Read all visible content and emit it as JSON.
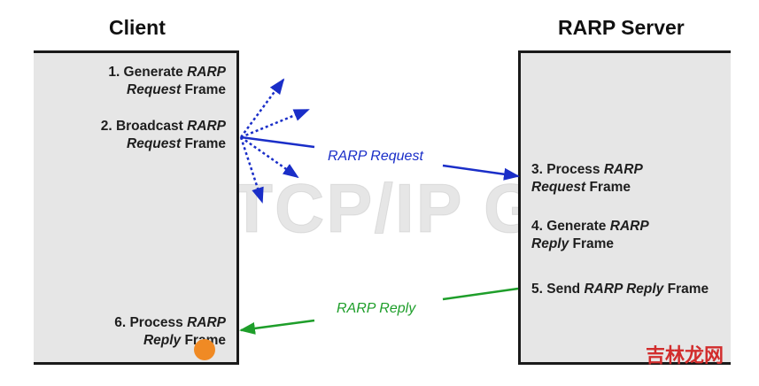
{
  "titles": {
    "client": "Client",
    "server": "RARP Server"
  },
  "steps": {
    "s1": {
      "a": "1. Generate ",
      "b": "RARP",
      "c": "Request",
      "d": " Frame"
    },
    "s2": {
      "a": "2. Broadcast ",
      "b": "RARP",
      "c": "Request",
      "d": " Frame"
    },
    "s3": {
      "a": "3. Process ",
      "b": "RARP",
      "c": "Request",
      "d": " Frame"
    },
    "s4": {
      "a": "4. Generate ",
      "b": "RARP",
      "c": "Reply",
      "d": " Frame"
    },
    "s5": {
      "a": "5. Send ",
      "b": "RARP Reply",
      "d": " Frame"
    },
    "s6": {
      "a": "6. Process ",
      "b": "RARP",
      "c": "Reply",
      "d": " Frame"
    }
  },
  "messages": {
    "request": "RARP Request",
    "reply": "RARP Reply"
  },
  "watermark": "The TCP/IP Guide",
  "site_mark": "吉林龙网",
  "colors": {
    "request": "#1a2ec8",
    "reply": "#1e9e2a",
    "box": "#e6e6e6",
    "cursor": "#f08a24"
  }
}
